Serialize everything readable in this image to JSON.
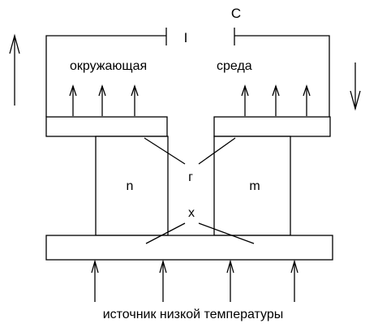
{
  "diagram": {
    "labels": {
      "voltmeter": "I",
      "capacitor": "C",
      "environment_left": "окружающая",
      "environment_right": "среда",
      "branch_n": "n",
      "branch_m": "m",
      "hot_junction": "г",
      "cold_junction": "х",
      "source": "источник низкой температуры"
    },
    "colors": {
      "stroke": "#000000",
      "fill_plate": "#ffffff",
      "background": "#ffffff"
    }
  }
}
